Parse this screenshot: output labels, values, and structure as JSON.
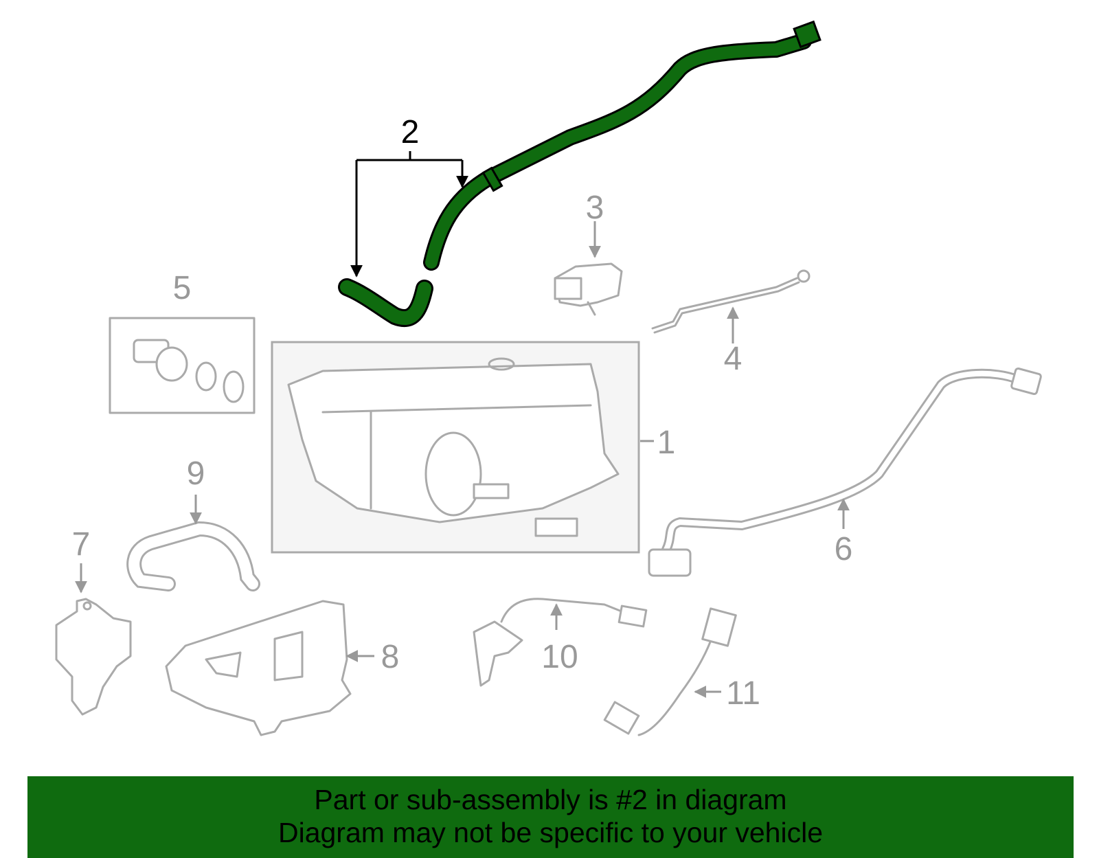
{
  "diagram": {
    "highlight_color": "#0f6b0f",
    "callouts": [
      {
        "id": "1",
        "label": "1"
      },
      {
        "id": "2",
        "label": "2"
      },
      {
        "id": "3",
        "label": "3"
      },
      {
        "id": "4",
        "label": "4"
      },
      {
        "id": "5",
        "label": "5"
      },
      {
        "id": "6",
        "label": "6"
      },
      {
        "id": "7",
        "label": "7"
      },
      {
        "id": "8",
        "label": "8"
      },
      {
        "id": "9",
        "label": "9"
      },
      {
        "id": "10",
        "label": "10"
      },
      {
        "id": "11",
        "label": "11"
      }
    ],
    "highlighted_part": "2"
  },
  "caption": {
    "line1": "Part or sub-assembly is #2 in diagram",
    "line2": "Diagram may not be specific to your vehicle",
    "background": "#0f6b0f"
  }
}
